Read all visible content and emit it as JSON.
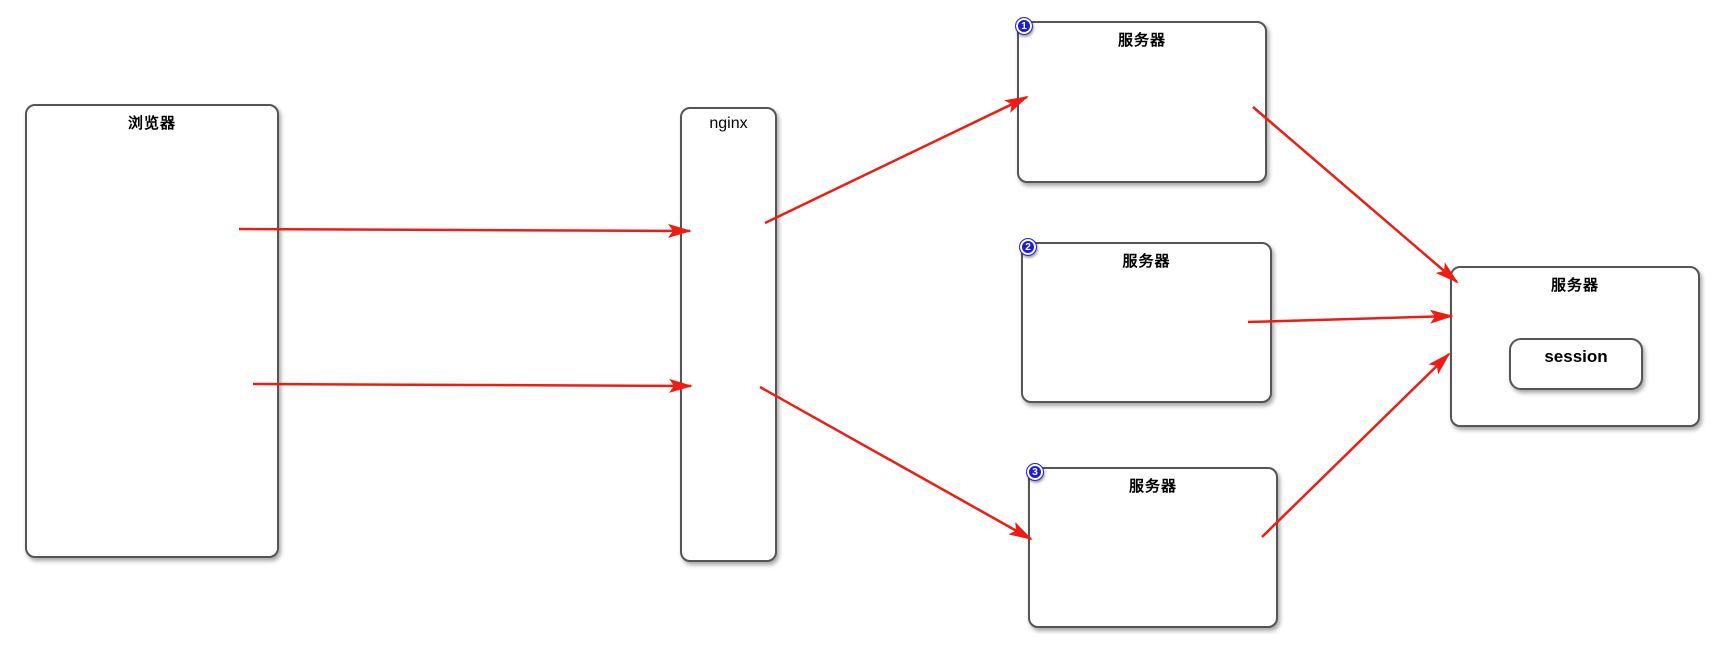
{
  "diagram": {
    "background": "#ffffff",
    "colors": {
      "arrow": "#ed1d15",
      "box_border": "#555555",
      "box_fill": "#ffffff",
      "badge_fill": "#1d1dd2",
      "badge_text": "#ffffff",
      "label_text": "#000000"
    },
    "nodes": {
      "browser": {
        "label": "浏览器"
      },
      "nginx": {
        "label": "nginx"
      },
      "server1": {
        "label": "服务器",
        "badge": "1"
      },
      "server2": {
        "label": "服务器",
        "badge": "2"
      },
      "server3": {
        "label": "服务器",
        "badge": "3"
      },
      "session_server": {
        "label": "服务器"
      },
      "session": {
        "label": "session"
      }
    },
    "edges": [
      {
        "id": "browser-to-nginx-upper",
        "from": "browser",
        "to": "nginx"
      },
      {
        "id": "browser-to-nginx-lower",
        "from": "browser",
        "to": "nginx"
      },
      {
        "id": "nginx-to-server1",
        "from": "nginx",
        "to": "server1"
      },
      {
        "id": "nginx-to-server3",
        "from": "nginx",
        "to": "server3"
      },
      {
        "id": "server1-to-session-server",
        "from": "server1",
        "to": "session_server"
      },
      {
        "id": "server2-to-session-server",
        "from": "server2",
        "to": "session_server"
      },
      {
        "id": "server3-to-session-server",
        "from": "server3",
        "to": "session_server"
      }
    ]
  }
}
